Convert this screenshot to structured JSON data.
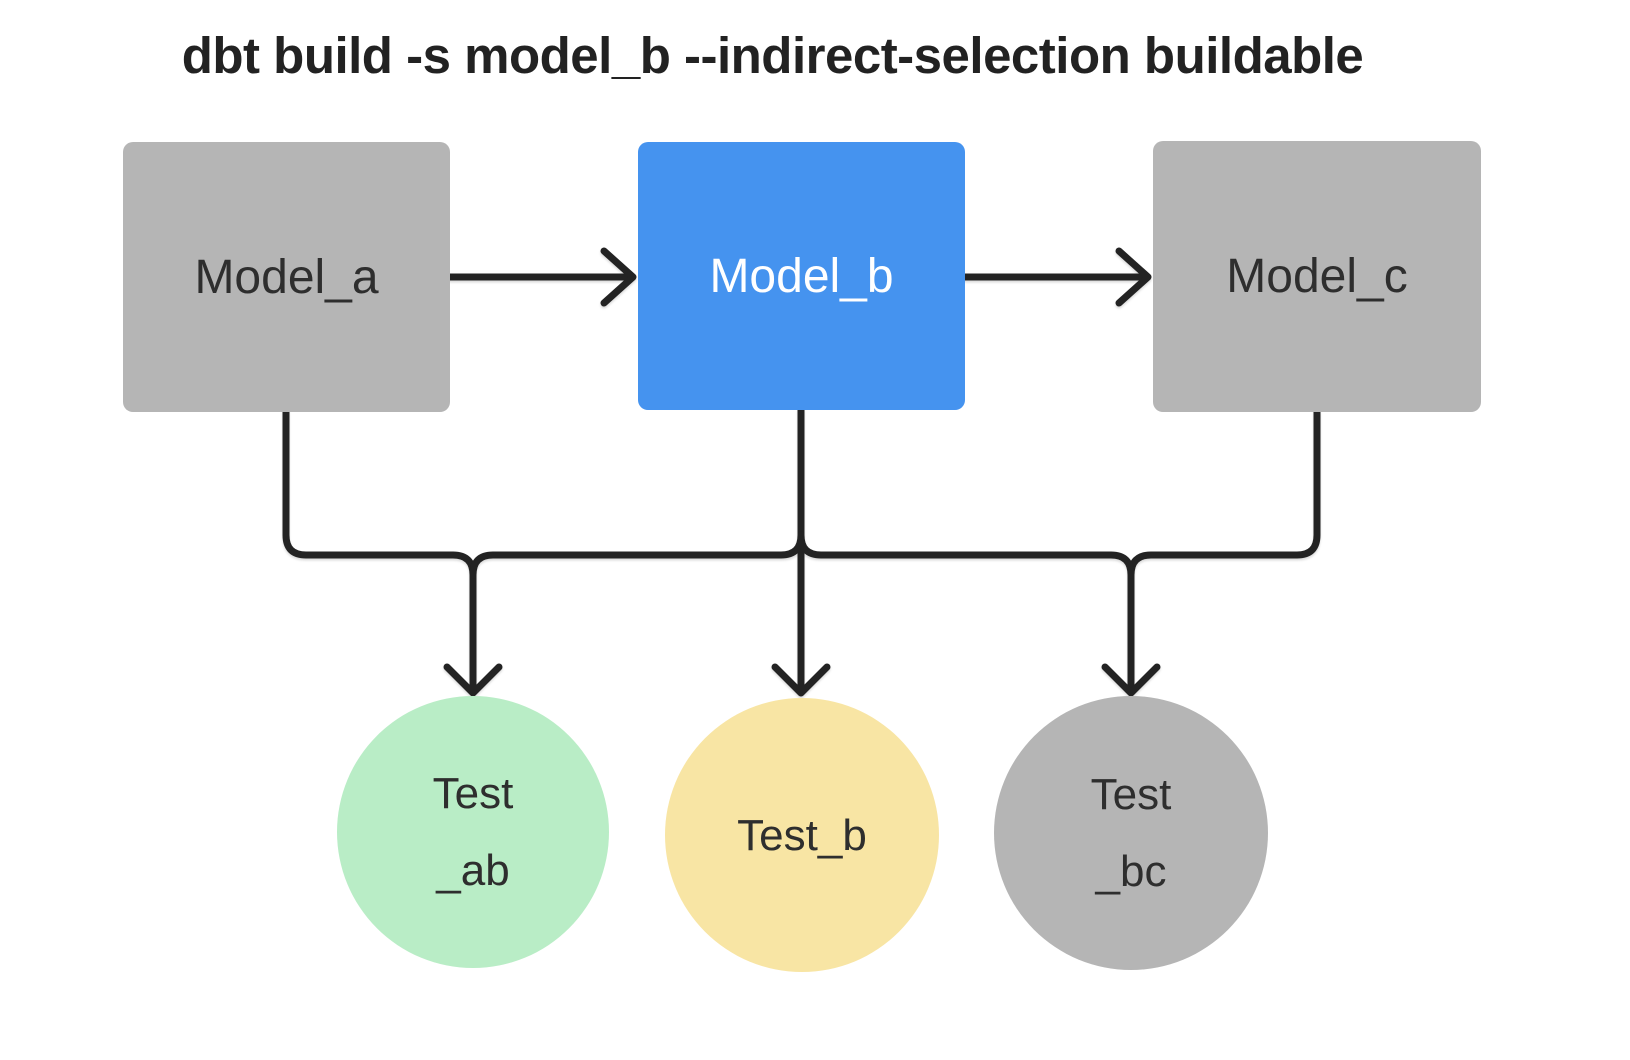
{
  "title": "dbt build -s model_b --indirect-selection buildable",
  "colors": {
    "background": "#ffffff",
    "node_gray": "#b5b5b5",
    "node_blue_selected": "#4593ef",
    "node_green": "#b9edc6",
    "node_yellow": "#f8e5a4",
    "connector": "#232323",
    "label_dark": "#2e2e2e",
    "label_on_blue": "#ffffff"
  },
  "models": [
    {
      "id": "model_a",
      "label": "Model_a",
      "color_role": "gray"
    },
    {
      "id": "model_b",
      "label": "Model_b",
      "color_role": "blue"
    },
    {
      "id": "model_c",
      "label": "Model_c",
      "color_role": "gray"
    }
  ],
  "tests": [
    {
      "id": "test_ab",
      "lines": [
        "Test",
        "_ab"
      ],
      "color_role": "green"
    },
    {
      "id": "test_b",
      "lines": [
        "Test_b"
      ],
      "color_role": "yellow"
    },
    {
      "id": "test_bc",
      "lines": [
        "Test",
        "_bc"
      ],
      "color_role": "gray"
    }
  ],
  "edges": [
    {
      "from": "model_a",
      "to": "model_b"
    },
    {
      "from": "model_b",
      "to": "model_c"
    },
    {
      "from": "model_a",
      "to": "test_ab"
    },
    {
      "from": "model_b",
      "to": "test_ab"
    },
    {
      "from": "model_b",
      "to": "test_b"
    },
    {
      "from": "model_b",
      "to": "test_bc"
    },
    {
      "from": "model_c",
      "to": "test_bc"
    }
  ]
}
